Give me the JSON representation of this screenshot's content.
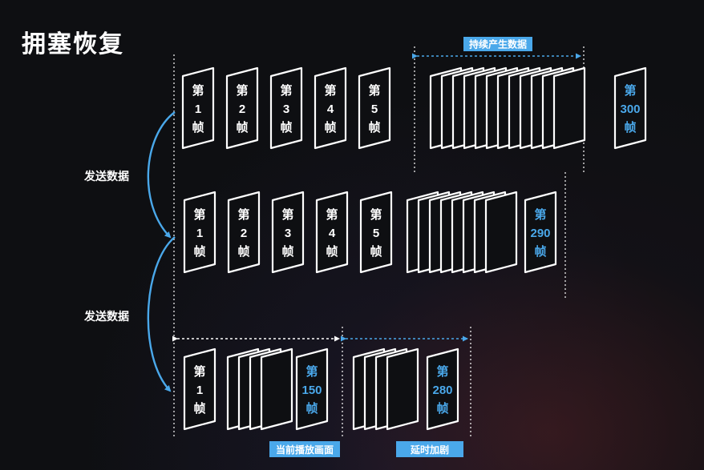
{
  "title": "拥塞恢复",
  "colors": {
    "accent": "#4aa8ea",
    "frame_stroke": "#ffffff",
    "background": "#0e0f12"
  },
  "labels": {
    "send_data_1": "发送数据",
    "send_data_2": "发送数据",
    "producing": "持续产生数据",
    "current_playing": "当前播放画面",
    "delay_increase": "延时加剧"
  },
  "frame_prefix": "第",
  "frame_suffix": "帧",
  "rows": [
    {
      "numbered": [
        "1",
        "2",
        "3",
        "4",
        "5"
      ],
      "last": "300"
    },
    {
      "numbered": [
        "1",
        "2",
        "3",
        "4",
        "5"
      ],
      "last": "290"
    },
    {
      "first": "1",
      "mid": "150",
      "last": "280"
    }
  ]
}
